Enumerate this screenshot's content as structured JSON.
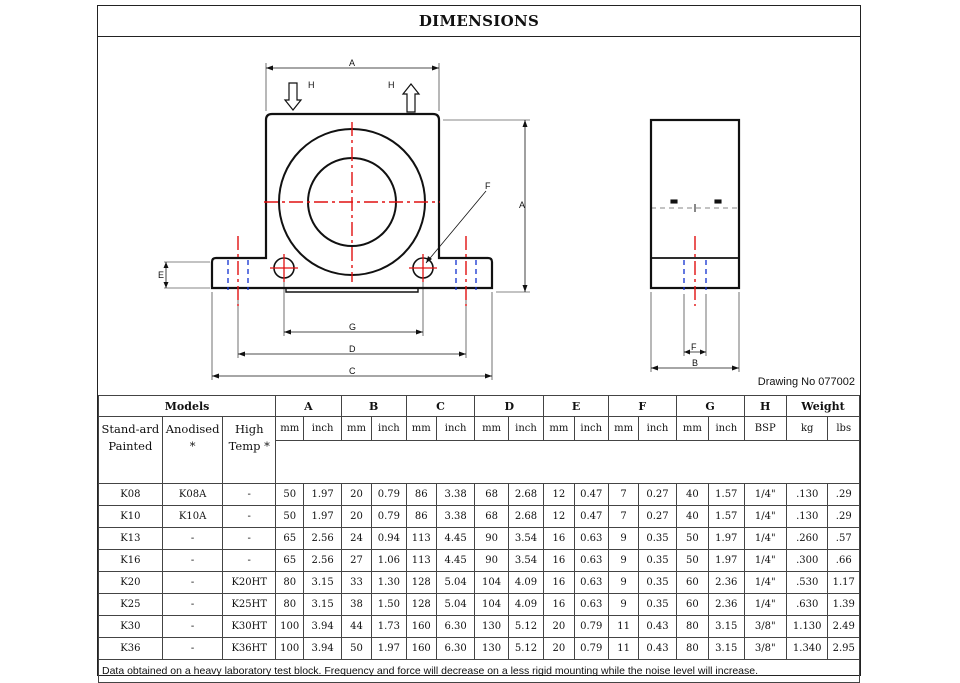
{
  "title": "DIMENSIONS",
  "drawing_no": "Drawing No 077002",
  "labels": {
    "A_top": "A",
    "H_left": "H",
    "H_right": "H",
    "F_front": "F",
    "A_side": "A",
    "E": "E",
    "G": "G",
    "D": "D",
    "C": "C",
    "F_side": "F",
    "B": "B"
  },
  "headers": {
    "models": "Models",
    "A": "A",
    "B": "B",
    "C": "C",
    "D": "D",
    "E": "E",
    "F": "F",
    "G": "G",
    "H": "H",
    "weight": "Weight"
  },
  "subheaders": {
    "standard": "Stand-ard Painted",
    "anodised": "Anodised *",
    "hightemp": "High Temp *",
    "mm": "mm",
    "inch": "inch",
    "bsp": "BSP",
    "kg": "kg",
    "lbs": "lbs"
  },
  "rows": [
    [
      "K08",
      "K08A",
      "-",
      "50",
      "1.97",
      "20",
      "0.79",
      "86",
      "3.38",
      "68",
      "2.68",
      "12",
      "0.47",
      "7",
      "0.27",
      "40",
      "1.57",
      "1/4\"",
      ".130",
      ".29"
    ],
    [
      "K10",
      "K10A",
      "-",
      "50",
      "1.97",
      "20",
      "0.79",
      "86",
      "3.38",
      "68",
      "2.68",
      "12",
      "0.47",
      "7",
      "0.27",
      "40",
      "1.57",
      "1/4\"",
      ".130",
      ".29"
    ],
    [
      "K13",
      "-",
      "-",
      "65",
      "2.56",
      "24",
      "0.94",
      "113",
      "4.45",
      "90",
      "3.54",
      "16",
      "0.63",
      "9",
      "0.35",
      "50",
      "1.97",
      "1/4\"",
      ".260",
      ".57"
    ],
    [
      "K16",
      "-",
      "-",
      "65",
      "2.56",
      "27",
      "1.06",
      "113",
      "4.45",
      "90",
      "3.54",
      "16",
      "0.63",
      "9",
      "0.35",
      "50",
      "1.97",
      "1/4\"",
      ".300",
      ".66"
    ],
    [
      "K20",
      "-",
      "K20HT",
      "80",
      "3.15",
      "33",
      "1.30",
      "128",
      "5.04",
      "104",
      "4.09",
      "16",
      "0.63",
      "9",
      "0.35",
      "60",
      "2.36",
      "1/4\"",
      ".530",
      "1.17"
    ],
    [
      "K25",
      "-",
      "K25HT",
      "80",
      "3.15",
      "38",
      "1.50",
      "128",
      "5.04",
      "104",
      "4.09",
      "16",
      "0.63",
      "9",
      "0.35",
      "60",
      "2.36",
      "1/4\"",
      ".630",
      "1.39"
    ],
    [
      "K30",
      "-",
      "K30HT",
      "100",
      "3.94",
      "44",
      "1.73",
      "160",
      "6.30",
      "130",
      "5.12",
      "20",
      "0.79",
      "11",
      "0.43",
      "80",
      "3.15",
      "3/8\"",
      "1.130",
      "2.49"
    ],
    [
      "K36",
      "-",
      "K36HT",
      "100",
      "3.94",
      "50",
      "1.97",
      "160",
      "6.30",
      "130",
      "5.12",
      "20",
      "0.79",
      "11",
      "0.43",
      "80",
      "3.15",
      "3/8\"",
      "1.340",
      "2.95"
    ]
  ],
  "note": "Data obtained on a heavy laboratory test block. Frequency and force will decrease on a less rigid mounting while the noise level will increase."
}
